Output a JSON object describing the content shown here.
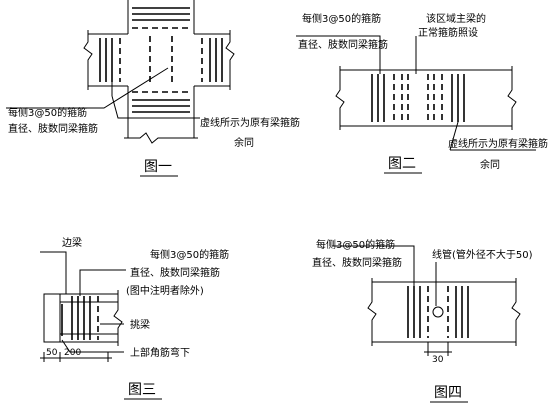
{
  "fig1": {
    "label_stirrup": "每侧3@50的箍筋",
    "label_same": "直径、肢数同梁箍筋",
    "label_dashed": "虚线所示为原有梁箍筋",
    "label_rest": "余同",
    "caption": "图一"
  },
  "fig2": {
    "label_stirrup": "每侧3@50的箍筋",
    "label_same": "直径、肢数同梁箍筋",
    "label_zone1": "该区域主梁的",
    "label_zone2": "正常箍筋照设",
    "label_dashed": "虚线所示为原有梁箍筋",
    "label_rest": "余同",
    "caption": "图二"
  },
  "fig3": {
    "label_side_beam": "边梁",
    "label_stirrup": "每侧3@50的箍筋",
    "label_same": "直径、肢数同梁箍筋",
    "label_note": "(图中注明者除外)",
    "label_cantilever": "挑梁",
    "label_top_bar": "上部角筋弯下",
    "dim_50": "50",
    "dim_200": "200",
    "caption": "图三"
  },
  "fig4": {
    "label_stirrup": "每侧3@50的箍筋",
    "label_same": "直径、肢数同梁箍筋",
    "label_pipe": "线管(管外径不大于50)",
    "dim_30": "30",
    "caption": "图四"
  }
}
